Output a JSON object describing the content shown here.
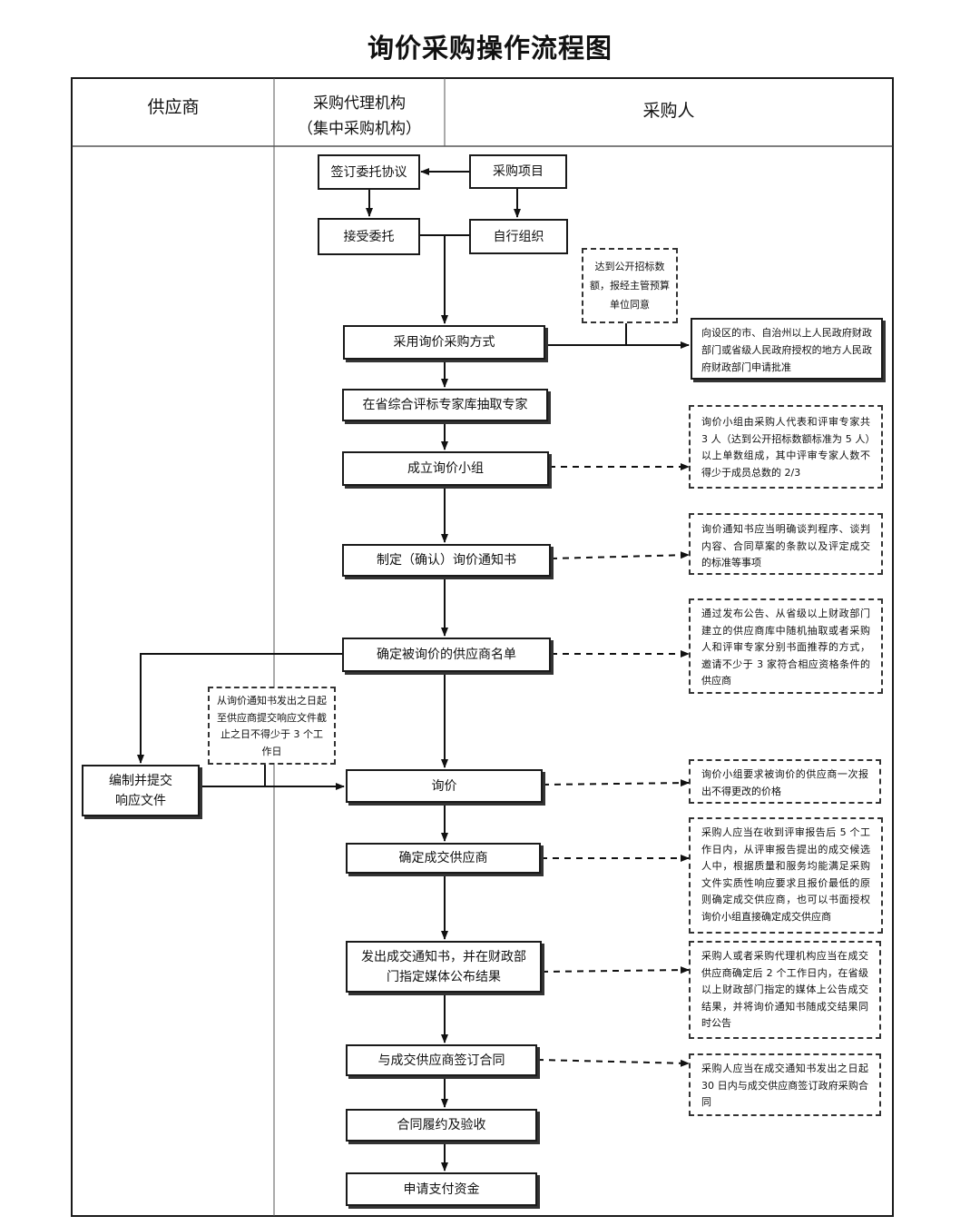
{
  "title": "询价采购操作流程图",
  "lanes": {
    "supplier": "供应商",
    "agency_line1": "采购代理机构",
    "agency_line2": "（集中采购机构）",
    "purchaser": "采购人"
  },
  "steps": {
    "sign_agreement": "签订委托协议",
    "purchase_project": "采购项目",
    "accept_entrust": "接受委托",
    "self_organize": "自行组织",
    "adopt_method": "采用询价采购方式",
    "extract_experts": "在省综合评标专家库抽取专家",
    "form_team": "成立询价小组",
    "make_notice": "制定（确认）询价通知书",
    "confirm_suppliers": "确定被询价的供应商名单",
    "prepare_response_line1": "编制并提交",
    "prepare_response_line2": "响应文件",
    "inquiry": "询价",
    "confirm_winner": "确定成交供应商",
    "issue_notice_line1": "发出成交通知书，并在财政部",
    "issue_notice_line2": "门指定媒体公布结果",
    "sign_contract": "与成交供应商签订合同",
    "perform_accept": "合同履约及验收",
    "apply_payment": "申请支付资金"
  },
  "notes": {
    "threshold": "达到公开招标数额，报经主管预算单位同意",
    "approval": "向设区的市、自治州以上人民政府财政部门或省级人民政府授权的地方人民政府财政部门申请批准",
    "team": "询价小组由采购人代表和评审专家共 3 人（达到公开招标数额标准为 5 人）以上单数组成，其中评审专家人数不得少于成员总数的 2/3",
    "notice": "询价通知书应当明确谈判程序、谈判内容、合同草案的条款以及评定成交的标准等事项",
    "suppliers": "通过发布公告、从省级以上财政部门建立的供应商库中随机抽取或者采购人和评审专家分别书面推荐的方式，邀请不少于 3 家符合相应资格条件的供应商",
    "deadline": "从询价通知书发出之日起至供应商提交响应文件截止之日不得少于 3 个工作日",
    "inquiry": "询价小组要求被询价的供应商一次报出不得更改的价格",
    "winner": "采购人应当在收到评审报告后 5 个工作日内，从评审报告提出的成交候选人中，根据质量和服务均能满足采购文件实质性响应要求且报价最低的原则确定成交供应商，也可以书面授权询价小组直接确定成交供应商",
    "announce": "采购人或者采购代理机构应当在成交供应商确定后 2 个工作日内，在省级以上财政部门指定的媒体上公告成交结果，并将询价通知书随成交结果同时公告",
    "contract": "采购人应当在成交通知书发出之日起 30 日内与成交供应商签订政府采购合同"
  }
}
